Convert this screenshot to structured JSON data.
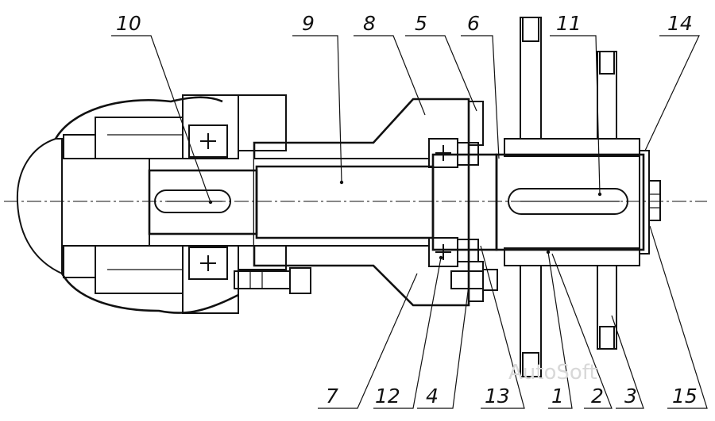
{
  "labels": {
    "l1": "1",
    "l2": "2",
    "l3": "3",
    "l4": "4",
    "l5": "5",
    "l6": "6",
    "l7": "7",
    "l8": "8",
    "l9": "9",
    "l10": "10",
    "l11": "11",
    "l12": "12",
    "l13": "13",
    "l14": "14",
    "l15": "15"
  },
  "watermark": "AutoSoft"
}
